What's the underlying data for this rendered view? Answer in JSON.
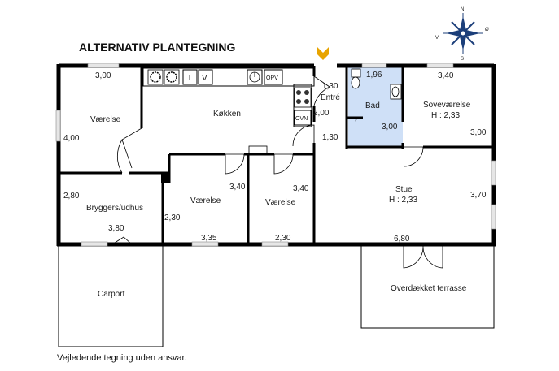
{
  "title": "ALTERNATIV PLANTEGNING",
  "footer": "Vejledende tegning uden ansvar.",
  "compass": {
    "n": "N",
    "s": "S",
    "e": "Ø",
    "w": "V"
  },
  "rooms": {
    "vaerelse_nw": "Værelse",
    "koekken": "Køkken",
    "entre": "Entré",
    "bad": "Bad",
    "sovevaerelse": "Soveværelse",
    "sovevaerelse_h": "H : 2,33",
    "bryggers": "Bryggers/udhus",
    "vaerelse_mid": "Værelse",
    "vaerelse_small": "Værelse",
    "stue": "Stue",
    "stue_h": "H : 2,33",
    "carport": "Carport",
    "terrasse": "Overdækket terrasse"
  },
  "appliances": {
    "t": "T",
    "v": "V",
    "opv": "OPV",
    "ovn": "OVN"
  },
  "dimensions": {
    "d1": "3,00",
    "d2": "4,00",
    "d3": "1,30",
    "d4": "2,00",
    "d5": "1,30",
    "d6": "1,96",
    "d7": "3,00",
    "d8": "3,40",
    "d9": "3,00",
    "d10": "2,80",
    "d11": "3,80",
    "d12": "2,30",
    "d13": "3,40",
    "d14": "3,35",
    "d15": "3,40",
    "d16": "2,30",
    "d17": "3,70",
    "d18": "6,80"
  },
  "colors": {
    "bath_fill": "#cfe0f7",
    "entry_marker": "#e8a400",
    "compass": "#1c3f7a"
  }
}
